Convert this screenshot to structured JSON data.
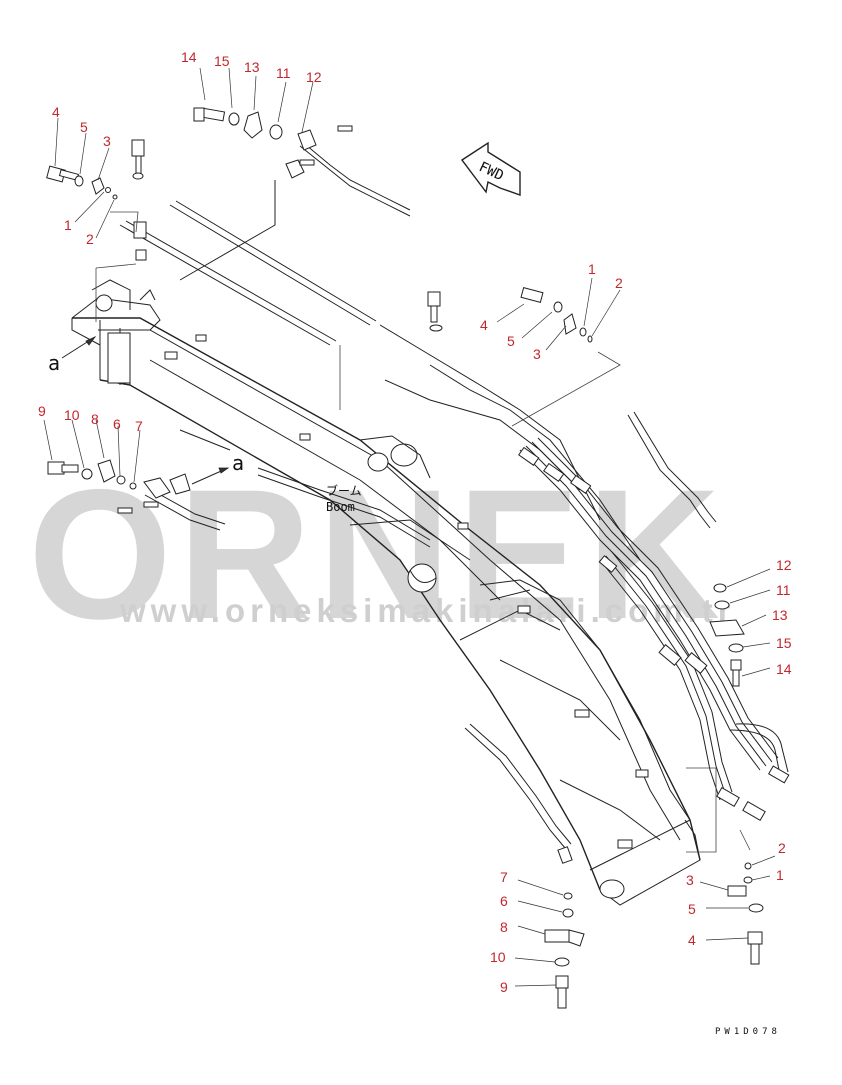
{
  "watermark": {
    "brand": "ORNEK",
    "url": "www.orneksimakinalari.com.tr"
  },
  "diagram": {
    "boom_label_jp": "ブーム",
    "boom_label_en": "Boom",
    "fwd_label": "FWD",
    "view_mark_1": "a",
    "view_mark_2": "a",
    "drawing_code": "PW1D078"
  },
  "callouts": {
    "top_group_a": [
      "14",
      "15",
      "13",
      "11",
      "12"
    ],
    "top_left_group": [
      "4",
      "5",
      "3",
      "1",
      "2"
    ],
    "mid_right_group": [
      "1",
      "2",
      "4",
      "5",
      "3"
    ],
    "left_group": [
      "9",
      "10",
      "8",
      "6",
      "7"
    ],
    "right_group": [
      "12",
      "11",
      "13",
      "15",
      "14"
    ],
    "bottom_right_group": [
      "2",
      "1",
      "3",
      "5",
      "4"
    ],
    "bottom_mid_group": [
      "7",
      "6",
      "8",
      "10",
      "9"
    ]
  }
}
